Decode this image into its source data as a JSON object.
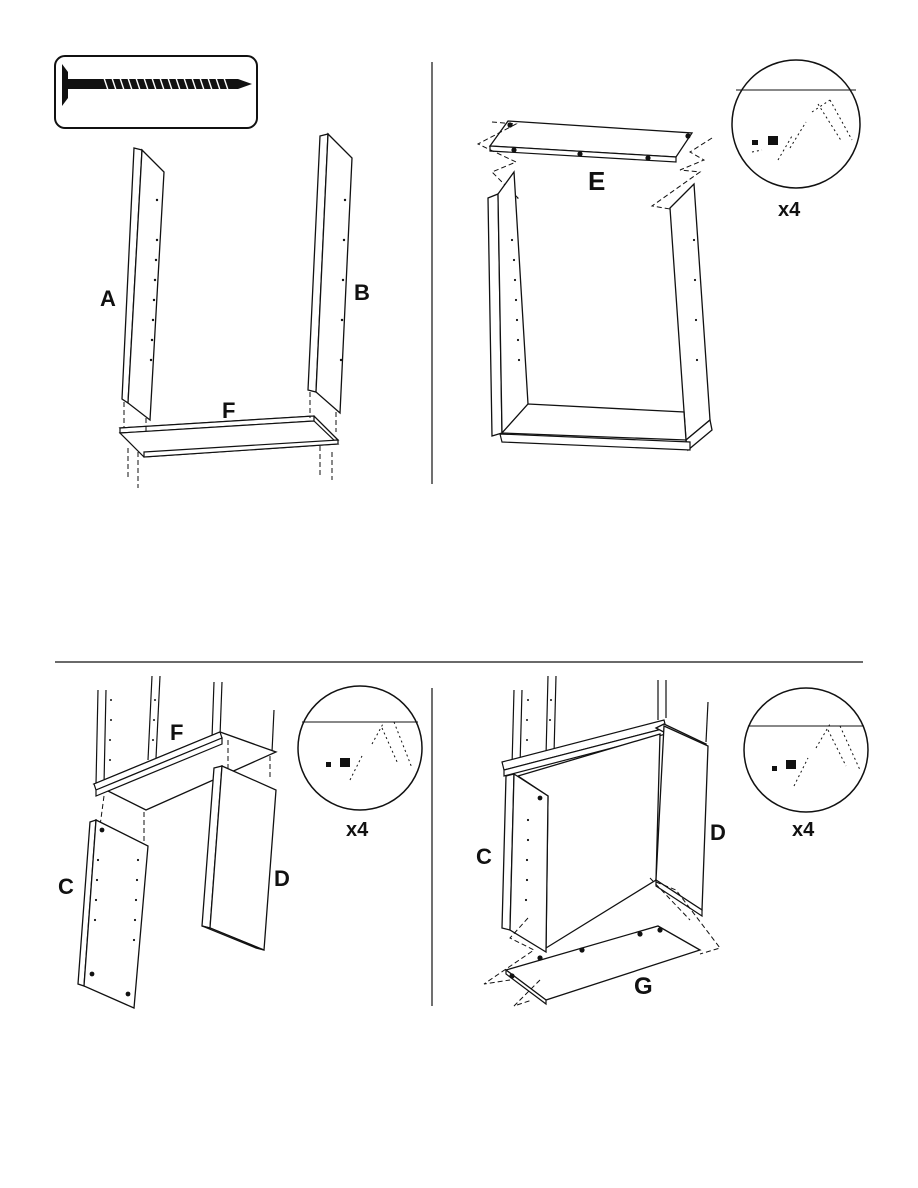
{
  "step1": {
    "label_a": "A",
    "label_b": "B",
    "label_f": "F"
  },
  "step2": {
    "label_e": "E",
    "qty": "x4"
  },
  "step3": {
    "label_f": "F",
    "label_c": "C",
    "label_d": "D",
    "qty": "x4"
  },
  "step4": {
    "label_c": "C",
    "label_d": "D",
    "label_g": "G",
    "qty": "x4"
  },
  "icons": [
    "screw-icon",
    "cam-lock-detail-icon"
  ]
}
